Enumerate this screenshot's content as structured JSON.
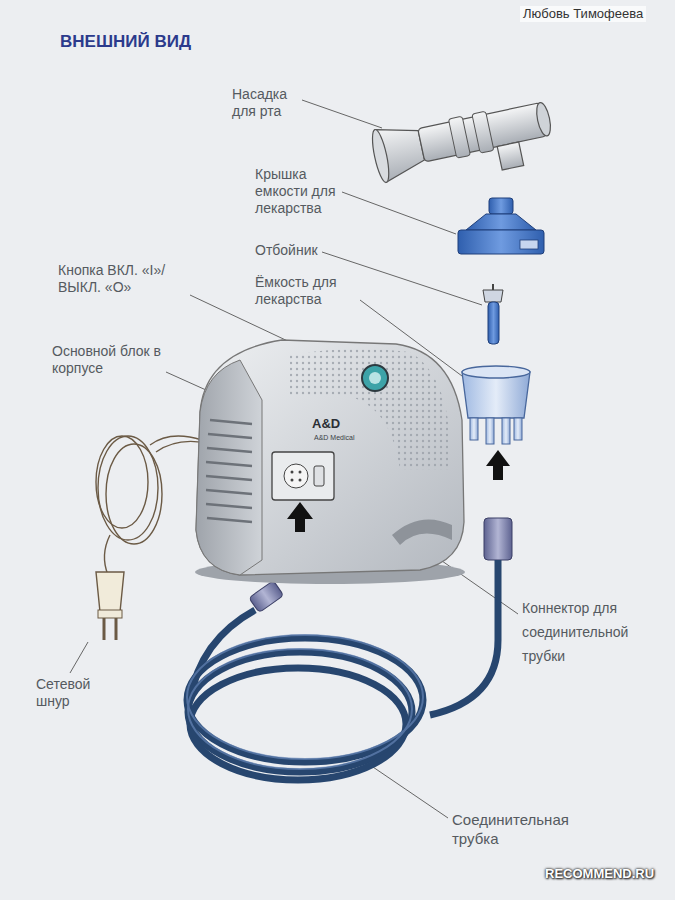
{
  "diagram": {
    "title": "ВНЕШНИЙ ВИД",
    "labels": [
      "Любовь Тимофеева",
      "Насадка для рта",
      "Крышка емкости для лекарства",
      "Отбойник",
      "Ёмкость для лекарства",
      "Кнопка ВКЛ. «I»/ ВЫКЛ. «O»",
      "Основной блок в корпусе",
      "A&D",
      "A&D Medical",
      "Коннектор для соединительной трубки",
      "Сетевой шнур",
      "Соединительная трубка",
      "RECOMMEND.RU"
    ]
  }
}
